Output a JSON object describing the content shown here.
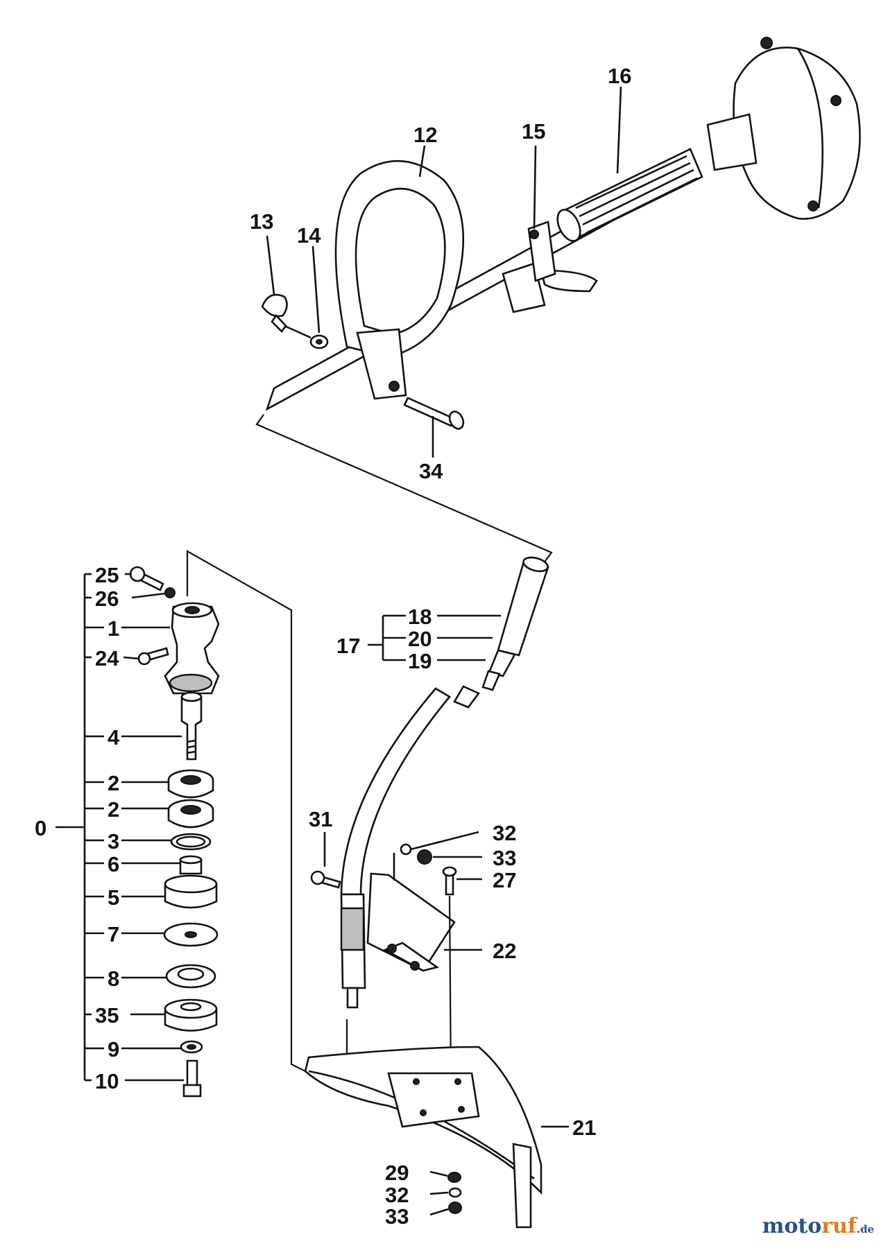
{
  "diagram": {
    "callouts": {
      "c0": "0",
      "c1": "1",
      "c2a": "2",
      "c2b": "2",
      "c3": "3",
      "c4": "4",
      "c5": "5",
      "c6": "6",
      "c7": "7",
      "c8": "8",
      "c9": "9",
      "c10": "10",
      "c12": "12",
      "c13": "13",
      "c14": "14",
      "c15": "15",
      "c16": "16",
      "c17": "17",
      "c18": "18",
      "c19": "19",
      "c20": "20",
      "c21": "21",
      "c22": "22",
      "c24": "24",
      "c25": "25",
      "c26": "26",
      "c27": "27",
      "c29": "29",
      "c31": "31",
      "c32a": "32",
      "c32b": "32",
      "c33a": "33",
      "c33b": "33",
      "c34": "34",
      "c35": "35"
    }
  },
  "watermark": {
    "brand_a": "moto",
    "brand_b": "ruf",
    "tld": ".de"
  },
  "colors": {
    "ink": "#111111",
    "brand_blue": "#2b4f8a",
    "brand_orange": "#e07c1b"
  }
}
